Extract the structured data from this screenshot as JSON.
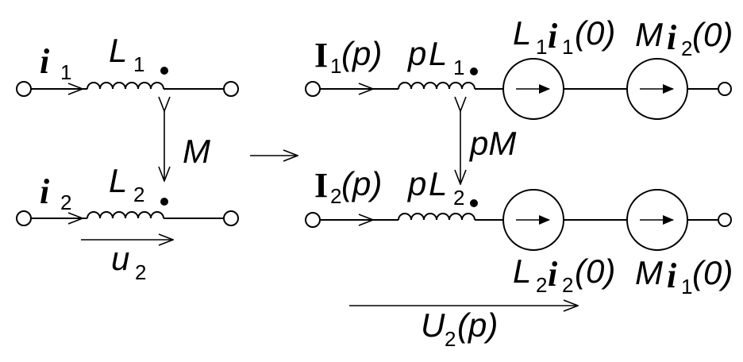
{
  "left": {
    "current_top": "i",
    "current_top_sub": "1",
    "inductor_top": "L",
    "inductor_top_sub": "1",
    "current_bottom": "i",
    "current_bottom_sub": "2",
    "inductor_bottom": "L",
    "inductor_bottom_sub": "2",
    "mutual": "M",
    "voltage": "u",
    "voltage_sub": "2"
  },
  "right": {
    "current_top_sym": "I",
    "current_top_sub": "1",
    "current_top_arg": "(p)",
    "inductor_top_pre": "p",
    "inductor_top_L": "L",
    "inductor_top_sub": "1",
    "current_bottom_sym": "I",
    "current_bottom_sub": "2",
    "current_bottom_arg": "(p)",
    "inductor_bottom_pre": "p",
    "inductor_bottom_L": "L",
    "inductor_bottom_sub": "2",
    "mutual": "pM",
    "src1_L": "L",
    "src1_L_sub": "1",
    "src1_i": "i",
    "src1_i_sub": "1",
    "src1_arg": "(0)",
    "src2_M": "M",
    "src2_i": "i",
    "src2_i_sub": "2",
    "src2_arg": "(0)",
    "src3_L": "L",
    "src3_L_sub": "2",
    "src3_i": "i",
    "src3_i_sub": "2",
    "src3_arg": "(0)",
    "src4_M": "M",
    "src4_i": "i",
    "src4_i_sub": "1",
    "src4_arg": "(0)",
    "voltage": "U",
    "voltage_sub": "2",
    "voltage_arg": "(p)"
  }
}
